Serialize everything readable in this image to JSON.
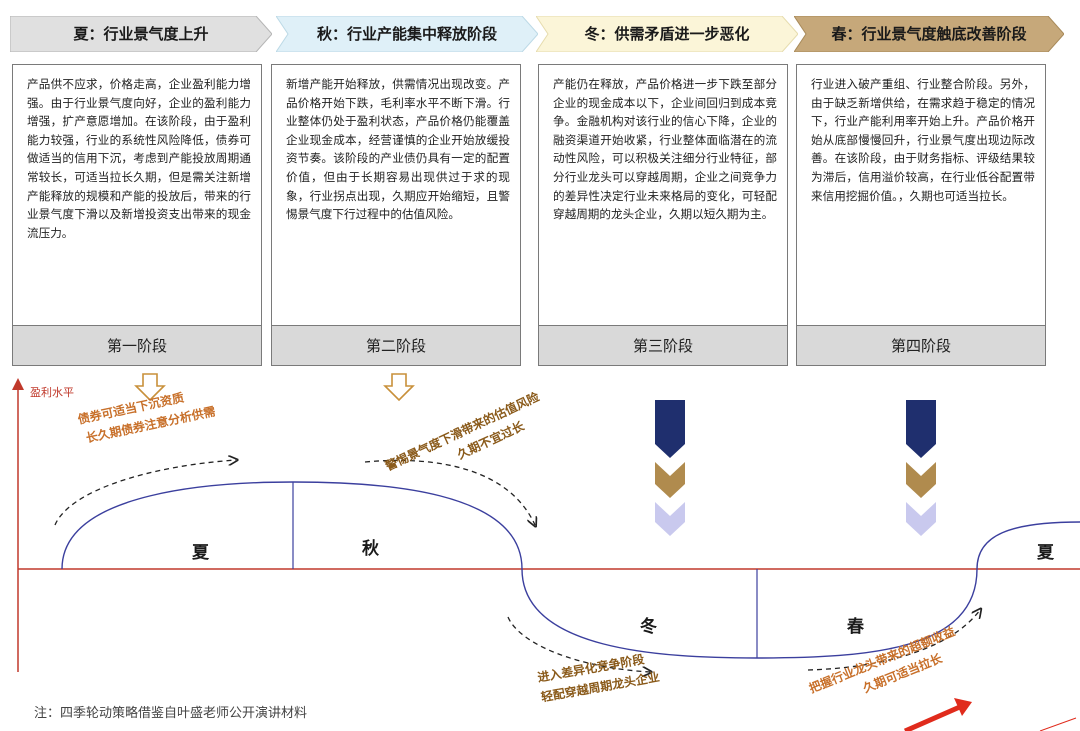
{
  "banners": [
    {
      "label": "夏：行业景气度上升"
    },
    {
      "label": "秋：行业产能集中释放阶段"
    },
    {
      "label": "冬：供需矛盾进一步恶化"
    },
    {
      "label": "春：行业景气度触底改善阶段"
    }
  ],
  "stages": [
    {
      "label": "第一阶段",
      "text": "产品供不应求，价格走高，企业盈利能力增强。由于行业景气度向好，企业的盈利能力增强，扩产意愿增加。在该阶段，由于盈利能力较强，行业的系统性风险降低，债券可做适当的信用下沉，考虑到产能投放周期通常较长，可适当拉长久期，但是需关注新增产能释放的规模和产能的投放后，带来的行业景气度下滑以及新增投资支出带来的现金流压力。"
    },
    {
      "label": "第二阶段",
      "text": "新增产能开始释放，供需情况出现改变。产品价格开始下跌，毛利率水平不断下滑。行业整体仍处于盈利状态，产品价格仍能覆盖企业现金成本，经营谨慎的企业开始放缓投资节奏。该阶段的产业债仍具有一定的配置价值，但由于长期容易出现供过于求的现象，行业拐点出现，久期应开始缩短，且警惕景气度下行过程中的估值风险。"
    },
    {
      "label": "第三阶段",
      "text": "产能仍在释放，产品价格进一步下跌至部分企业的现金成本以下，企业间回归到成本竞争。金融机构对该行业的信心下降，企业的融资渠道开始收紧，行业整体面临潜在的流动性风险，可以积极关注细分行业特征，部分行业龙头可以穿越周期，企业之间竞争力的差异性决定行业未来格局的变化，可轻配穿越周期的龙头企业，久期以短久期为主。"
    },
    {
      "label": "第四阶段",
      "text": "行业进入破产重组、行业整合阶段。另外，由于缺乏新增供给，在需求趋于稳定的情况下，行业产能利用率开始上升。产品价格开始从底部慢慢回升，行业景气度出现边际改善。在该阶段，由于财务指标、评级结果较为滞后，信用溢价较高，在行业低谷配置带来信用挖掘价值。，久期也可适当拉长。"
    }
  ],
  "axis": {
    "ylabel": "盈利水平"
  },
  "seasons": {
    "summer": "夏",
    "autumn": "秋",
    "winter": "冬",
    "spring": "春",
    "summer2": "夏"
  },
  "annotations": {
    "a1_line1": "债券可适当下沉资质",
    "a1_line2": "长久期债券注意分析供需",
    "a2_line1": "警惕景气度下滑带来的估值风险",
    "a2_line2": "久期不宜过长",
    "a3_line1": "进入差异化竞争阶段",
    "a3_line2": "轻配穿越周期龙头企业",
    "a4_line1": "把握行业龙头带来的超额收益",
    "a4_line2": "久期可适当拉长"
  },
  "note": "注：四季轮动策略借鉴自叶盛老师公开演讲材料",
  "colors": {
    "banner1": "#e0e0e0",
    "banner2": "#dff0f8",
    "banner3": "#fbf5d8",
    "banner4": "#c6a87a",
    "navy": "#1f2f6e",
    "gold": "#b08b4e",
    "lavender": "#c9c9ee",
    "red": "#c0392b",
    "curve": "#3b3f9e"
  }
}
